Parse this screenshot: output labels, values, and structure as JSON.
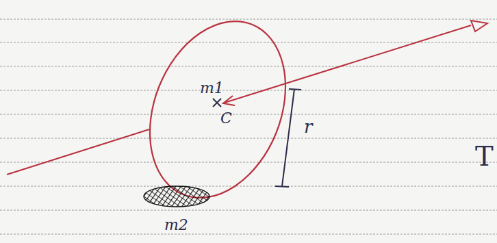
{
  "diagram": {
    "labels": [
      "m1",
      "C",
      "r",
      "m2",
      "T"
    ]
  }
}
